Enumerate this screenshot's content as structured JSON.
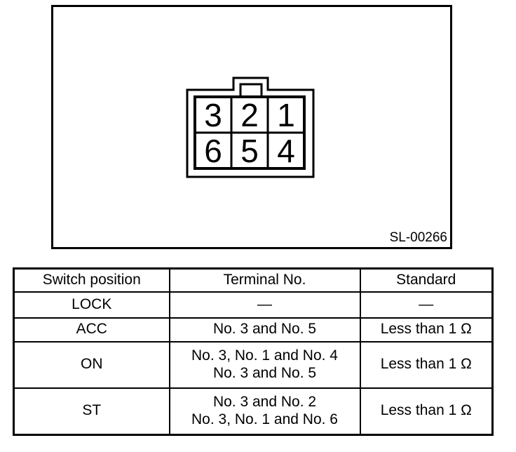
{
  "diagram": {
    "figure_label": "SL-00266",
    "connector": {
      "terminals": [
        [
          "3",
          "2",
          "1"
        ],
        [
          "6",
          "5",
          "4"
        ]
      ]
    }
  },
  "table": {
    "headers": {
      "switch_position": "Switch position",
      "terminal_no": "Terminal No.",
      "standard": "Standard"
    },
    "rows": [
      {
        "position": "LOCK",
        "terminals": "—",
        "standard": "—"
      },
      {
        "position": "ACC",
        "terminals": "No. 3 and No. 5",
        "standard": "Less than 1 Ω"
      },
      {
        "position": "ON",
        "terminals": "No. 3, No. 1 and No. 4\nNo. 3 and No. 5",
        "standard": "Less than 1 Ω"
      },
      {
        "position": "ST",
        "terminals": "No. 3 and No. 2\nNo. 3, No. 1 and No. 6",
        "standard": "Less than 1 Ω"
      }
    ]
  }
}
